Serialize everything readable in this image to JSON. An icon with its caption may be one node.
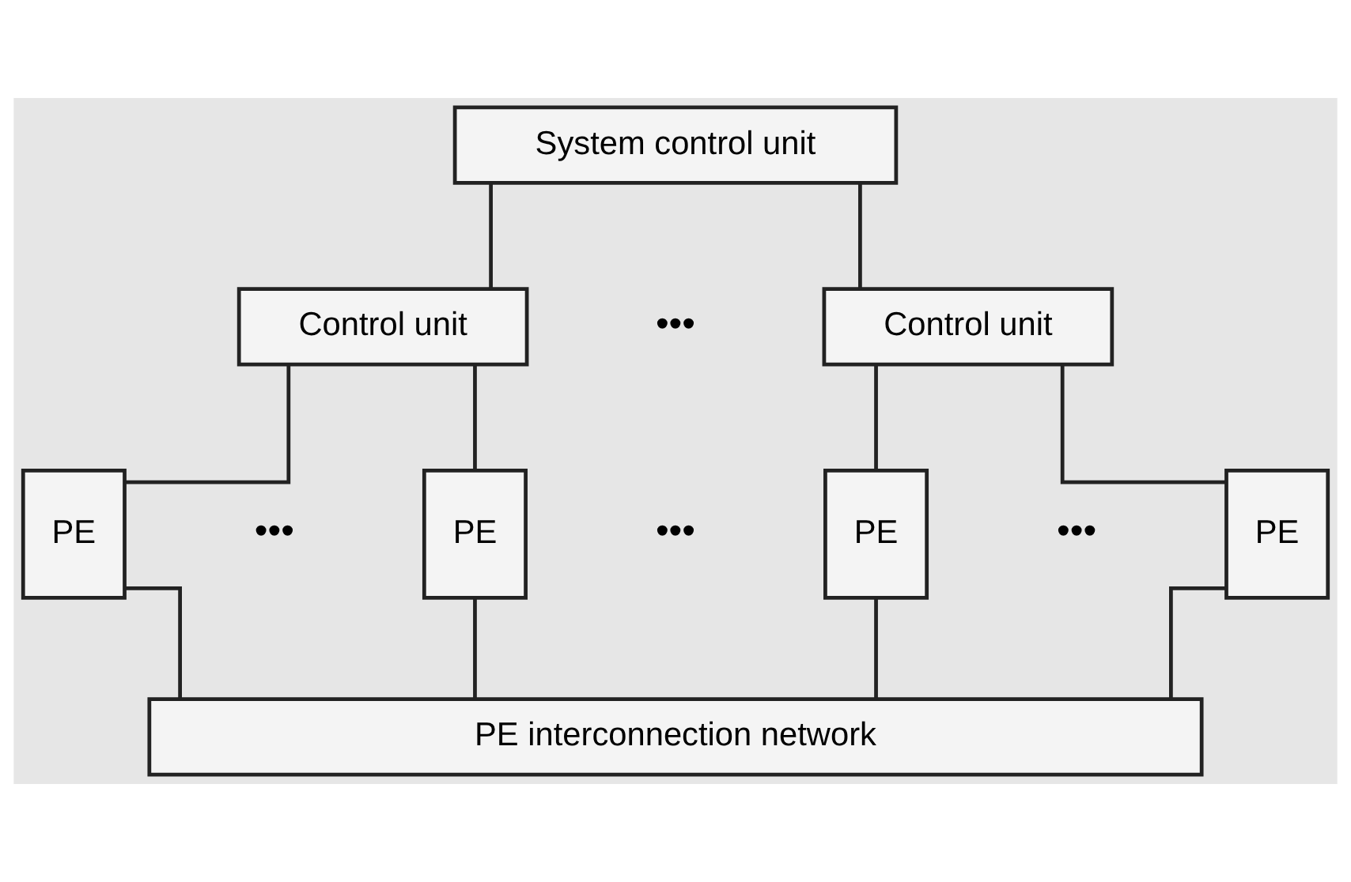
{
  "diagram": {
    "nodes": [
      {
        "text": [
          "System control unit"
        ]
      },
      {
        "text": [
          "Control unit"
        ]
      },
      {
        "text": [
          "Control unit"
        ]
      },
      {
        "text": [
          "PE"
        ]
      },
      {
        "text": [
          "PE"
        ]
      },
      {
        "text": [
          "PE"
        ]
      },
      {
        "text": [
          "PE"
        ]
      },
      {
        "text": [
          "PE interconnection network"
        ]
      }
    ],
    "edges": [
      {
        "from": 0,
        "to": 1,
        "arrow": "none"
      },
      {
        "from": 0,
        "to": 2,
        "arrow": "none"
      },
      {
        "from": 1,
        "to": 3,
        "arrow": "none"
      },
      {
        "from": 1,
        "to": 4,
        "arrow": "none"
      },
      {
        "from": 2,
        "to": 5,
        "arrow": "none"
      },
      {
        "from": 2,
        "to": 6,
        "arrow": "none"
      },
      {
        "from": 3,
        "to": 7,
        "arrow": "none"
      },
      {
        "from": 4,
        "to": 7,
        "arrow": "none"
      },
      {
        "from": 5,
        "to": 7,
        "arrow": "none"
      },
      {
        "from": 6,
        "to": 7,
        "arrow": "none"
      }
    ],
    "labels": [
      "•••",
      "•••",
      "•••",
      "•••"
    ]
  }
}
